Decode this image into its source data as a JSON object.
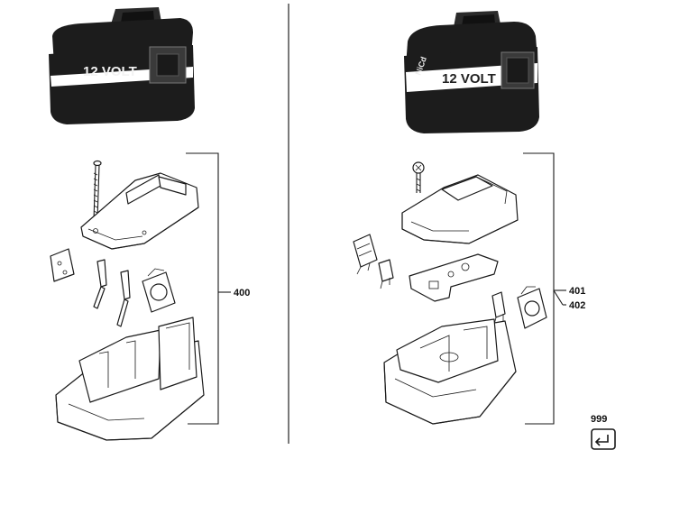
{
  "left_battery": {
    "label": "12 VOLT"
  },
  "right_battery": {
    "label": "12 VOLT",
    "side_label": "NiCd"
  },
  "callouts": {
    "left_group": "400",
    "right_group_a": "401",
    "right_group_b": "402",
    "return_button": "999"
  },
  "colors": {
    "battery_body": "#1c1c1c",
    "battery_band": "#ffffff",
    "line_art": "#1a1a1a"
  }
}
